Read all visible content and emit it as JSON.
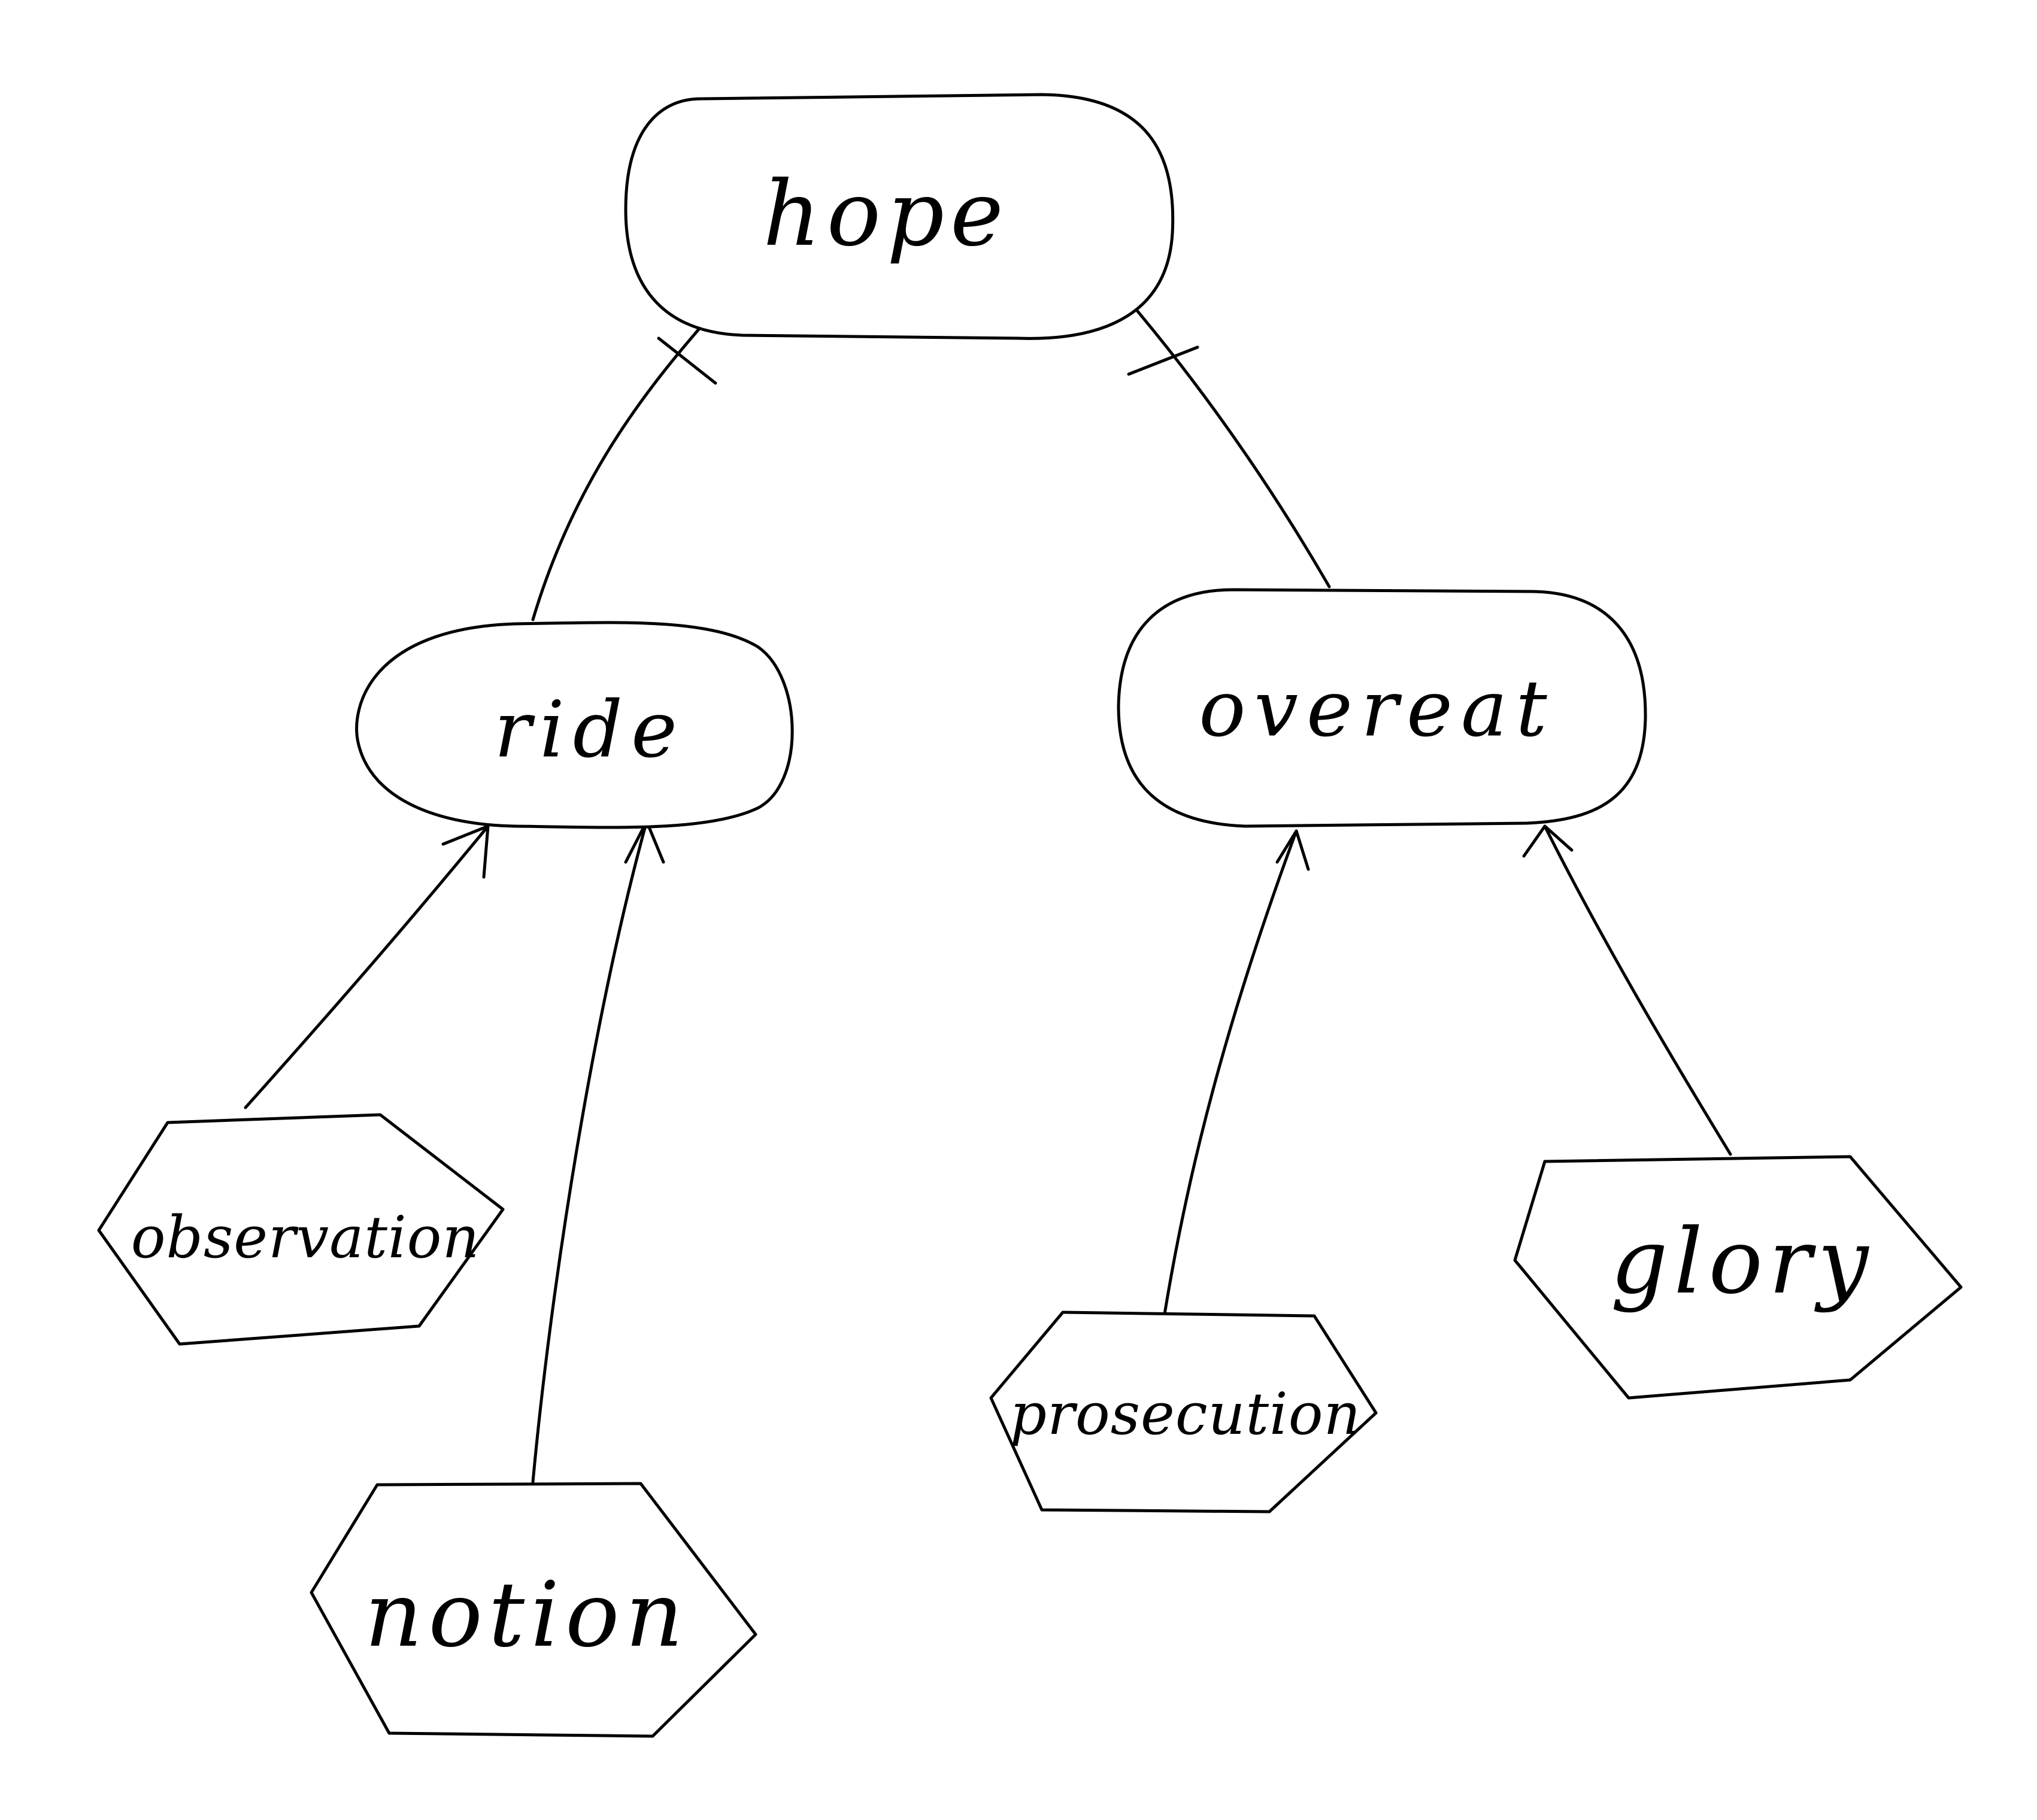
{
  "diagram": {
    "nodes": {
      "hope": {
        "label": "hope",
        "shape": "rounded-rectangle"
      },
      "ride": {
        "label": "ride",
        "shape": "ellipse"
      },
      "overeat": {
        "label": "overeat",
        "shape": "rounded-rectangle"
      },
      "observation": {
        "label": "observation",
        "shape": "hexagon"
      },
      "notion": {
        "label": "notion",
        "shape": "hexagon"
      },
      "prosecution": {
        "label": "prosecution",
        "shape": "hexagon"
      },
      "glory": {
        "label": "glory",
        "shape": "hexagon"
      }
    },
    "edges": [
      {
        "from": "hope",
        "to": "ride",
        "style": "line with cross mark near hope"
      },
      {
        "from": "hope",
        "to": "overeat",
        "style": "line with cross mark near hope"
      },
      {
        "from": "observation",
        "to": "ride",
        "style": "arrow"
      },
      {
        "from": "notion",
        "to": "ride",
        "style": "arrow"
      },
      {
        "from": "prosecution",
        "to": "overeat",
        "style": "arrow"
      },
      {
        "from": "glory",
        "to": "overeat",
        "style": "arrow"
      }
    ]
  }
}
